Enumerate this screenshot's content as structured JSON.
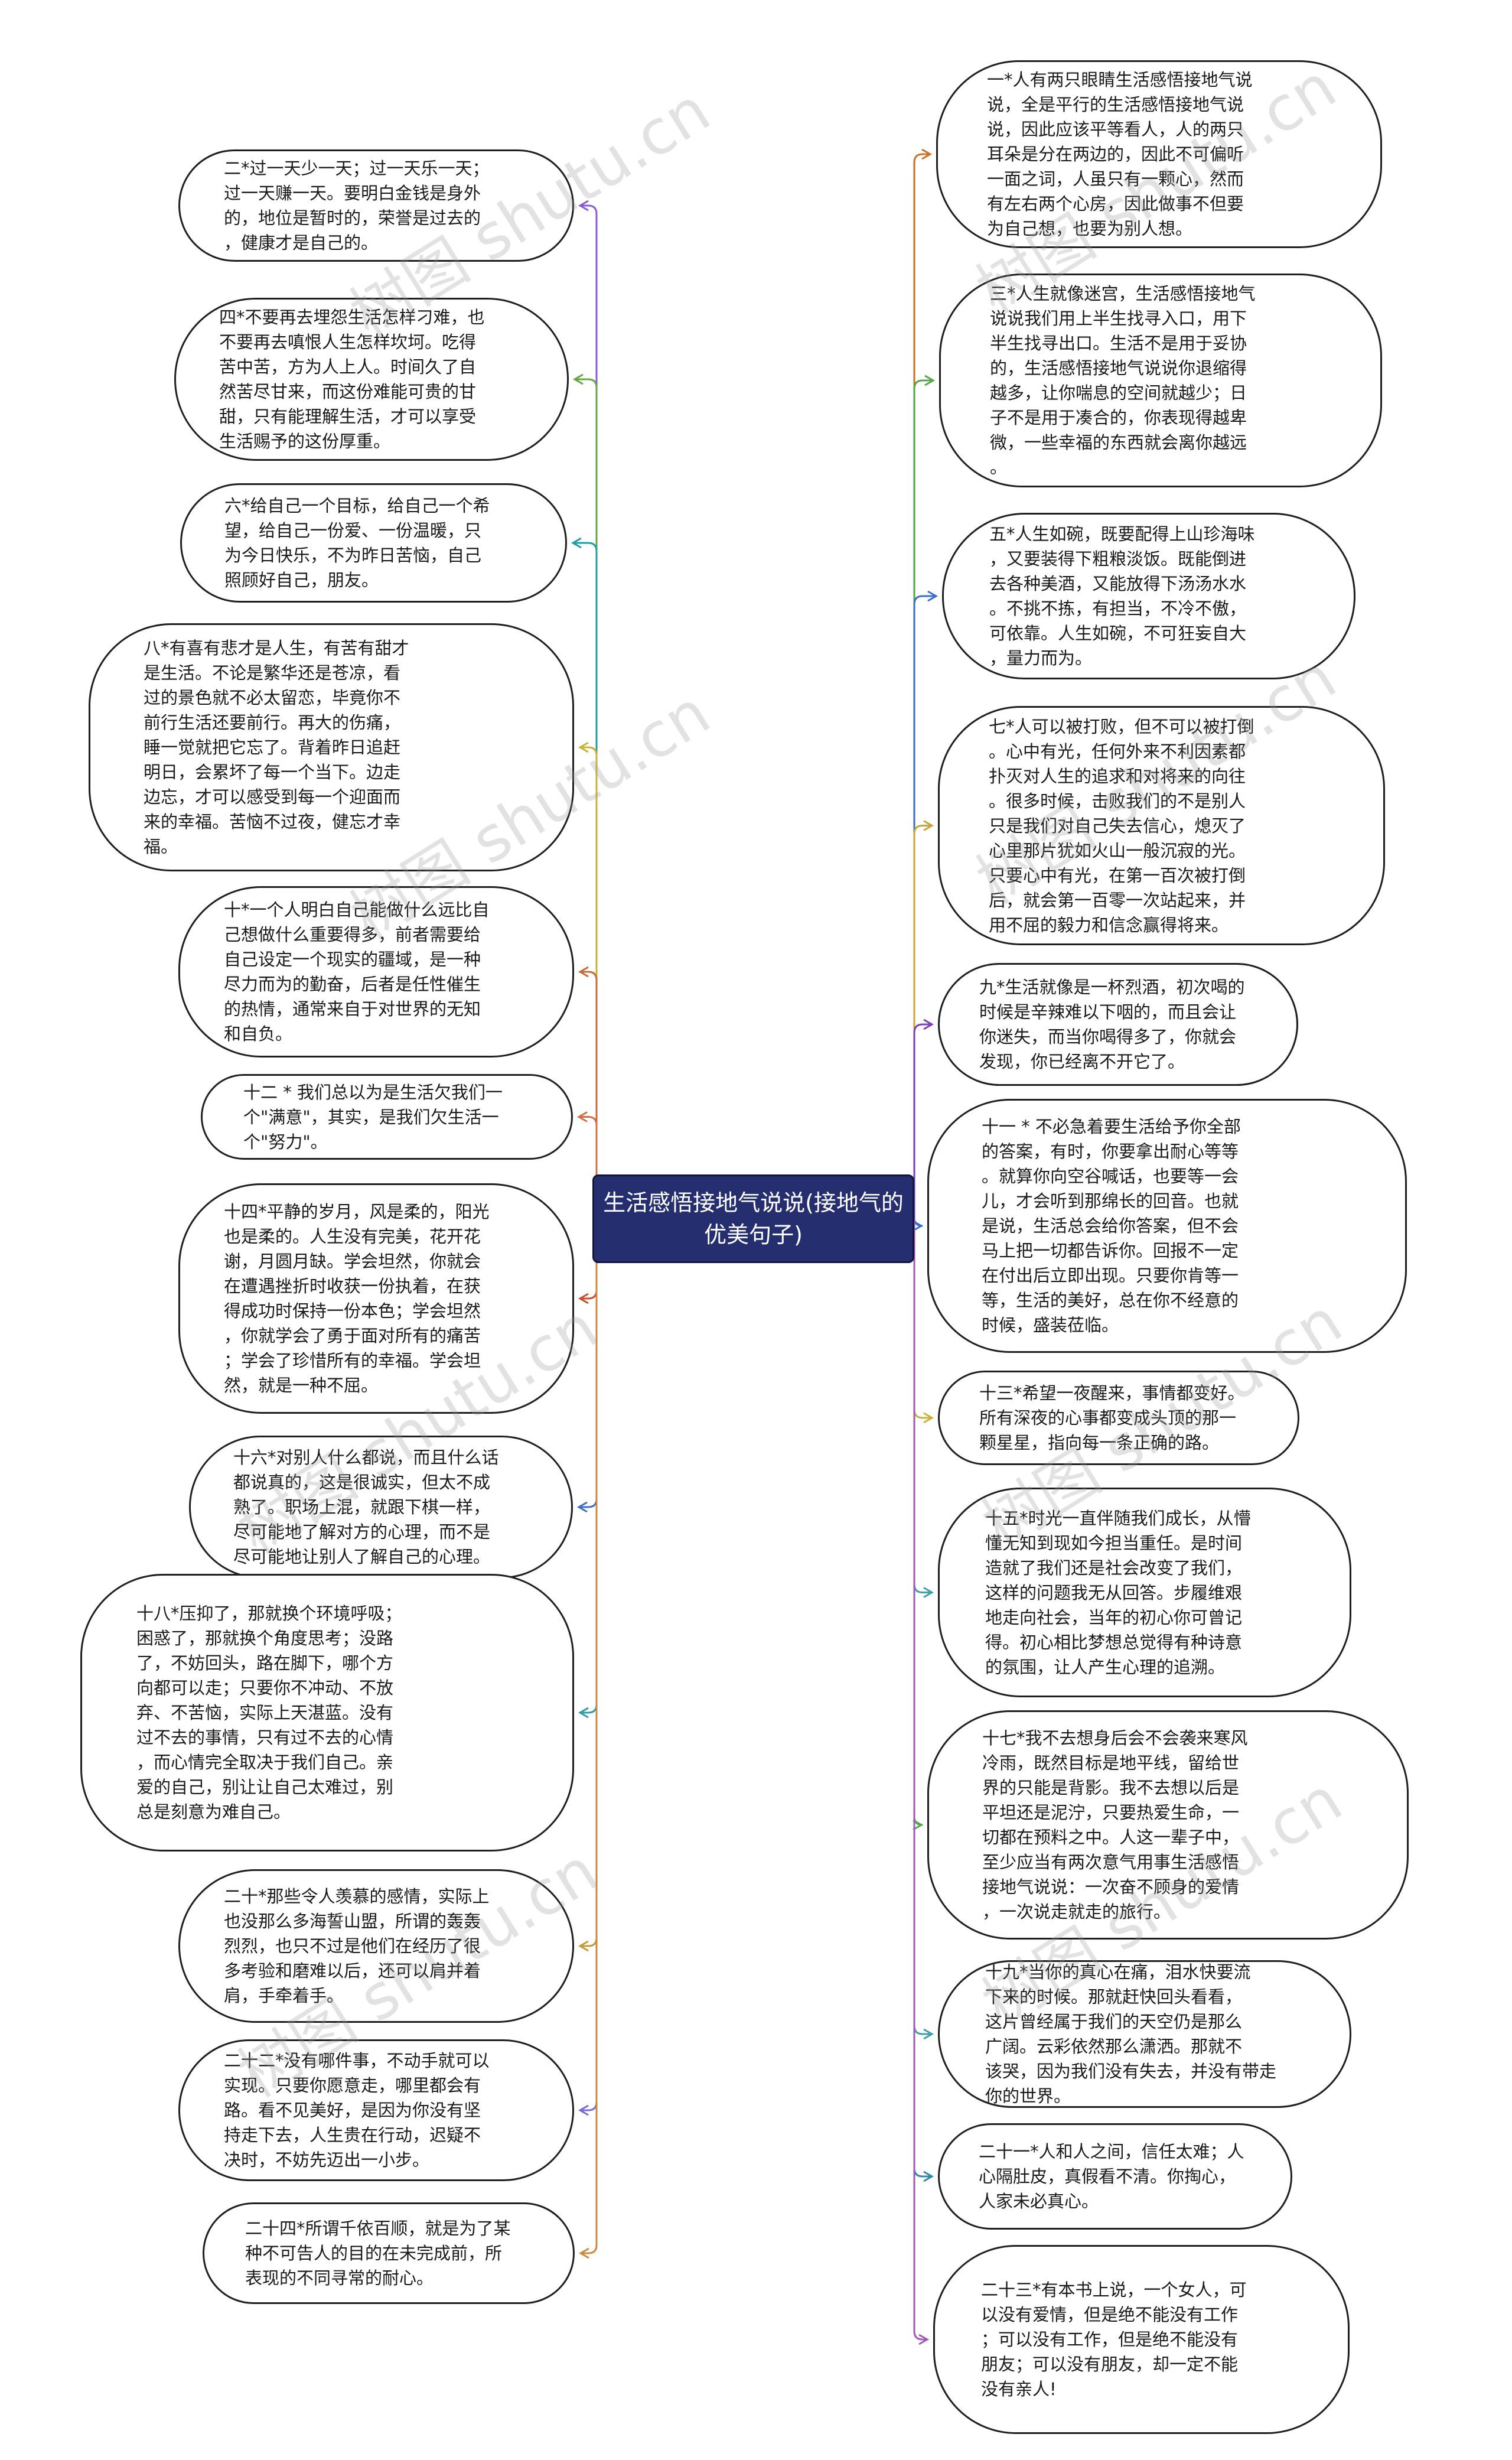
{
  "title": "生活感悟接地气说说(接地气的优美句子)",
  "watermark": "树图 shutu.cn",
  "colors": {
    "center_bg": "#252e6e",
    "center_text": "#ffffff",
    "node_border": "#1f1f1f",
    "branch_palette": [
      "#8a5ad8",
      "#65a544",
      "#1f9ca8",
      "#c9b334",
      "#c96a3a",
      "#7b3fb8",
      "#3c6ec7",
      "#3fa0a8",
      "#d0883a",
      "#a05ab8"
    ]
  },
  "left_nodes": [
    {
      "text": "二*过一天少一天；过一天乐一天；\n过一天赚一天。要明白金钱是身外\n的，地位是暂时的，荣誉是过去的\n，健康才是自己的。"
    },
    {
      "text": "四*不要再去埋怨生活怎样刁难，也\n不要再去嗔恨人生怎样坎坷。吃得\n苦中苦，方为人上人。时间久了自\n然苦尽甘来，而这份难能可贵的甘\n甜，只有能理解生活，才可以享受\n生活赐予的这份厚重。"
    },
    {
      "text": "六*给自己一个目标，给自己一个希\n望，给自己一份爱、一份温暖，只\n为今日快乐，不为昨日苦恼，自己\n照顾好自己，朋友。"
    },
    {
      "text": "八*有喜有悲才是人生，有苦有甜才\n是生活。不论是繁华还是苍凉，看\n过的景色就不必太留恋，毕竟你不\n前行生活还要前行。再大的伤痛，\n睡一觉就把它忘了。背着昨日追赶\n明日，会累坏了每一个当下。边走\n边忘，才可以感受到每一个迎面而\n来的幸福。苦恼不过夜，健忘才幸\n福。"
    },
    {
      "text": "十*一个人明白自己能做什么远比自\n己想做什么重要得多，前者需要给\n自己设定一个现实的疆域，是一种\n尽力而为的勤奋，后者是任性催生\n的热情，通常来自于对世界的无知\n和自负。"
    },
    {
      "text": "十二 * 我们总以为是生活欠我们一\n个\"满意\"，其实，是我们欠生活一\n个\"努力\"。"
    },
    {
      "text": "十四*平静的岁月，风是柔的，阳光\n也是柔的。人生没有完美，花开花\n谢，月圆月缺。学会坦然，你就会\n在遭遇挫折时收获一份执着，在获\n得成功时保持一份本色；学会坦然\n，你就学会了勇于面对所有的痛苦\n；学会了珍惜所有的幸福。学会坦\n然，就是一种不屈。"
    },
    {
      "text": "十六*对别人什么都说，而且什么话\n都说真的，这是很诚实，但太不成\n熟了。职场上混，就跟下棋一样，\n尽可能地了解对方的心理，而不是\n尽可能地让别人了解自己的心理。"
    },
    {
      "text": "十八*压抑了，那就换个环境呼吸；\n困惑了，那就换个角度思考；没路\n了，不妨回头，路在脚下，哪个方\n向都可以走；只要你不冲动、不放\n弃、不苦恼，实际上天湛蓝。没有\n过不去的事情，只有过不去的心情\n，而心情完全取决于我们自己。亲\n爱的自己，别让让自己太难过，别\n总是刻意为难自己。"
    },
    {
      "text": "二十*那些令人羡慕的感情，实际上\n也没那么多海誓山盟，所谓的轰轰\n烈烈，也只不过是他们在经历了很\n多考验和磨难以后，还可以肩并着\n肩，手牵着手。"
    },
    {
      "text": "二十二*没有哪件事，不动手就可以\n实现。只要你愿意走，哪里都会有\n路。看不见美好，是因为你没有坚\n持走下去，人生贵在行动，迟疑不\n决时，不妨先迈出一小步。"
    },
    {
      "text": "二十四*所谓千依百顺，就是为了某\n种不可告人的目的在未完成前，所\n表现的不同寻常的耐心。"
    }
  ],
  "right_nodes": [
    {
      "text": "一*人有两只眼睛生活感悟接地气说\n说，全是平行的生活感悟接地气说\n说，因此应该平等看人，人的两只\n耳朵是分在两边的，因此不可偏听\n一面之词，人虽只有一颗心，然而\n有左右两个心房，因此做事不但要\n为自己想，也要为别人想。"
    },
    {
      "text": "三*人生就像迷宫，生活感悟接地气\n说说我们用上半生找寻入口，用下\n半生找寻出口。生活不是用于妥协\n的，生活感悟接地气说说你退缩得\n越多，让你喘息的空间就越少；日\n子不是用于凑合的，你表现得越卑\n微，一些幸福的东西就会离你越远\n。"
    },
    {
      "text": "五*人生如碗，既要配得上山珍海味\n，又要装得下粗粮淡饭。既能倒进\n去各种美酒，又能放得下汤汤水水\n。不挑不拣，有担当，不冷不傲，\n可依靠。人生如碗，不可狂妄自大\n，量力而为。"
    },
    {
      "text": "七*人可以被打败，但不可以被打倒\n。心中有光，任何外来不利因素都\n扑灭对人生的追求和对将来的向往\n。很多时候，击败我们的不是别人\n只是我们对自己失去信心，熄灭了\n心里那片犹如火山一般沉寂的光。\n只要心中有光，在第一百次被打倒\n后，就会第一百零一次站起来，并\n用不屈的毅力和信念赢得将来。"
    },
    {
      "text": "九*生活就像是一杯烈酒，初次喝的\n时候是辛辣难以下咽的，而且会让\n你迷失，而当你喝得多了，你就会\n发现，你已经离不开它了。"
    },
    {
      "text": "十一 * 不必急着要生活给予你全部\n的答案，有时，你要拿出耐心等等\n。就算你向空谷喊话，也要等一会\n儿，才会听到那绵长的回音。也就\n是说，生活总会给你答案，但不会\n马上把一切都告诉你。回报不一定\n在付出后立即出现。只要你肯等一\n等，生活的美好，总在你不经意的\n时候，盛装莅临。"
    },
    {
      "text": "十三*希望一夜醒来，事情都变好。\n所有深夜的心事都变成头顶的那一\n颗星星，指向每一条正确的路。"
    },
    {
      "text": "十五*时光一直伴随我们成长，从懵\n懂无知到现如今担当重任。是时间\n造就了我们还是社会改变了我们，\n这样的问题我无从回答。步履维艰\n地走向社会，当年的初心你可曾记\n得。初心相比梦想总觉得有种诗意\n的氛围，让人产生心理的追溯。"
    },
    {
      "text": "十七*我不去想身后会不会袭来寒风\n冷雨，既然目标是地平线，留给世\n界的只能是背影。我不去想以后是\n平坦还是泥泞，只要热爱生命，一\n切都在预料之中。人这一辈子中，\n至少应当有两次意气用事生活感悟\n接地气说说：一次奋不顾身的爱情\n，一次说走就走的旅行。"
    },
    {
      "text": "十九*当你的真心在痛，泪水快要流\n下来的时候。那就赶快回头看看，\n这片曾经属于我们的天空仍是那么\n广阔。云彩依然那么潇洒。那就不\n该哭，因为我们没有失去，并没有带走\n你的世界。"
    },
    {
      "text": "二十一*人和人之间，信任太难；人\n心隔肚皮，真假看不清。你掏心，\n人家未必真心。"
    },
    {
      "text": "二十三*有本书上说，一个女人，可\n以没有爱情，但是绝不能没有工作\n；可以没有工作，但是绝不能没有\n朋友；可以没有朋友，却一定不能\n没有亲人!"
    }
  ]
}
